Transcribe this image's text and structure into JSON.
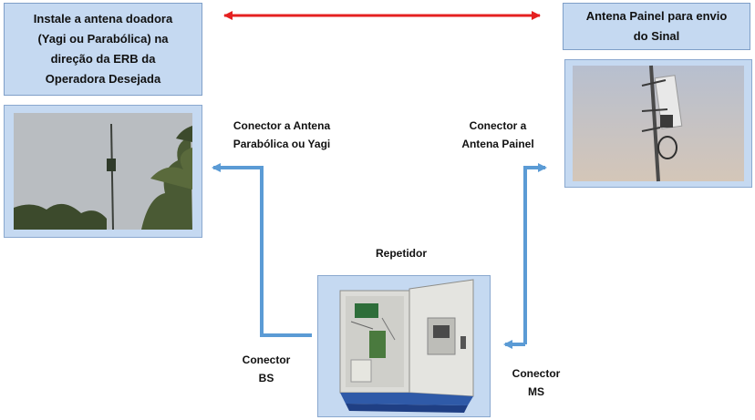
{
  "instruction_box": {
    "text": "Instale a antena doadora\n(Yagi ou Parabólica) na\ndireção da ERB da\nOperadora Desejada"
  },
  "panel_box": {
    "text": "Antena Painel para envio\ndo Sinal"
  },
  "labels": {
    "donor_connector": "Conector a Antena\nParabólica ou Yagi",
    "panel_connector": "Conector a\nAntena Painel",
    "repeater": "Repetidor",
    "bs_connector": "Conector\nBS",
    "ms_connector": "Conector\nMS"
  },
  "colors": {
    "box_fill": "#c5d9f1",
    "double_arrow": "#e52020",
    "connector_arrow": "#5b9bd5"
  }
}
